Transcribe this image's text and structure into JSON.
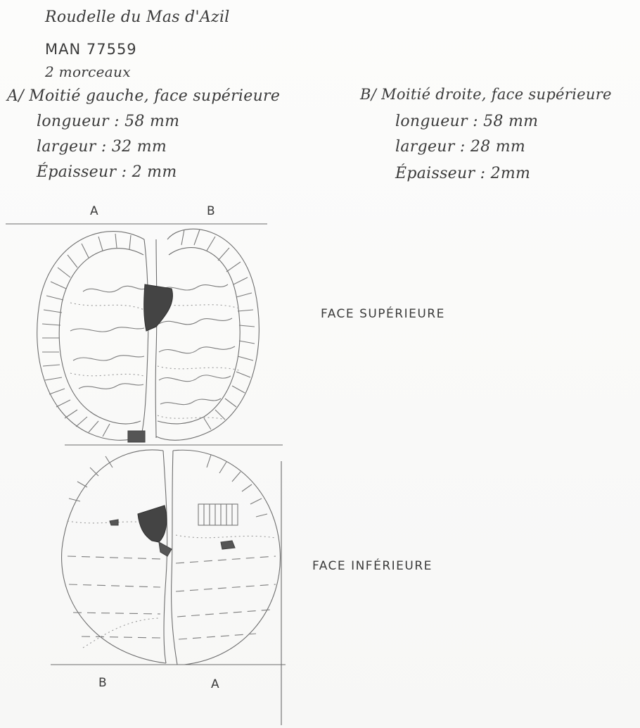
{
  "header": {
    "title": "Roudelle du Mas d'Azil",
    "inventory": "MAN 77559",
    "pieces": "2 morceaux"
  },
  "piece_a": {
    "heading": "A/ Moitié gauche, face supérieure",
    "length": "longueur : 58 mm",
    "width": "largeur : 32 mm",
    "thickness": "Épaisseur : 2 mm"
  },
  "piece_b": {
    "heading": "B/ Moitié droite, face supérieure",
    "length": "longueur : 58 mm",
    "width": "largeur : 28 mm",
    "thickness": "Épaisseur : 2mm"
  },
  "top_view": {
    "left_marker": "A",
    "right_marker": "B",
    "caption": "FACE SUPÉRIEURE"
  },
  "bottom_view": {
    "left_marker": "B",
    "right_marker": "A",
    "caption": "FACE INFÉRIEURE"
  },
  "colors": {
    "paper": "#fbfbfa",
    "pencil": "#3b3b3b",
    "shading": "#444444"
  }
}
